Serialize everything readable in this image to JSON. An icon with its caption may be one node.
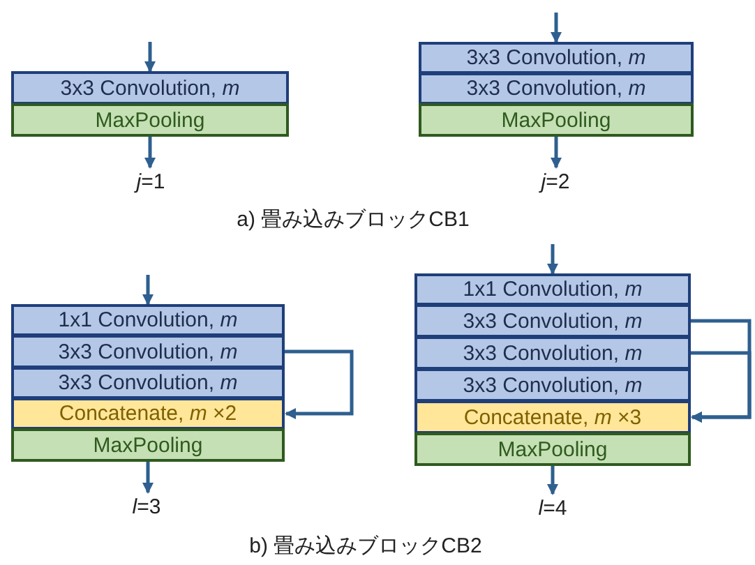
{
  "diagram": {
    "nodes": [
      {
        "text": [
          "3x3 Convolution, *m*"
        ]
      },
      {
        "text": [
          "MaxPooling"
        ]
      },
      {
        "text": [
          "*j*=1"
        ]
      },
      {
        "text": [
          "3x3 Convolution, *m*"
        ]
      },
      {
        "text": [
          "3x3 Convolution, *m*"
        ]
      },
      {
        "text": [
          "MaxPooling"
        ]
      },
      {
        "text": [
          "*j*=2"
        ]
      },
      {
        "text": [
          "1x1 Convolution, *m*"
        ]
      },
      {
        "text": [
          "3x3 Convolution, *m*"
        ]
      },
      {
        "text": [
          "3x3 Convolution, *m*"
        ]
      },
      {
        "text": [
          "Concatenate, *m* ×2"
        ]
      },
      {
        "text": [
          "MaxPooling"
        ]
      },
      {
        "text": [
          "*l*=3"
        ]
      },
      {
        "text": [
          "1x1 Convolution, *m*"
        ]
      },
      {
        "text": [
          "3x3 Convolution, *m*"
        ]
      },
      {
        "text": [
          "3x3 Convolution, *m*"
        ]
      },
      {
        "text": [
          "3x3 Convolution, *m*"
        ]
      },
      {
        "text": [
          "Concatenate, *m* ×3"
        ]
      },
      {
        "text": [
          "MaxPooling"
        ]
      },
      {
        "text": [
          "*l*=4"
        ]
      }
    ],
    "edges": [
      {
        "from": null,
        "to": 0,
        "arrow": "to"
      },
      {
        "from": 1,
        "to": 2,
        "arrow": "to"
      },
      {
        "from": null,
        "to": 3,
        "arrow": "to"
      },
      {
        "from": 5,
        "to": 6,
        "arrow": "to"
      },
      {
        "from": null,
        "to": 7,
        "arrow": "to"
      },
      {
        "from": 8,
        "to": 10,
        "arrow": "to"
      },
      {
        "from": 11,
        "to": 12,
        "arrow": "to"
      },
      {
        "from": null,
        "to": 13,
        "arrow": "to"
      },
      {
        "from": 14,
        "to": 17,
        "arrow": "to"
      },
      {
        "from": 15,
        "to": 17,
        "arrow": "to"
      },
      {
        "from": 18,
        "to": 19,
        "arrow": "to"
      }
    ],
    "labels": [
      "a) 畳み込みブロックCB1",
      "b) 畳み込みブロックCB2"
    ]
  }
}
